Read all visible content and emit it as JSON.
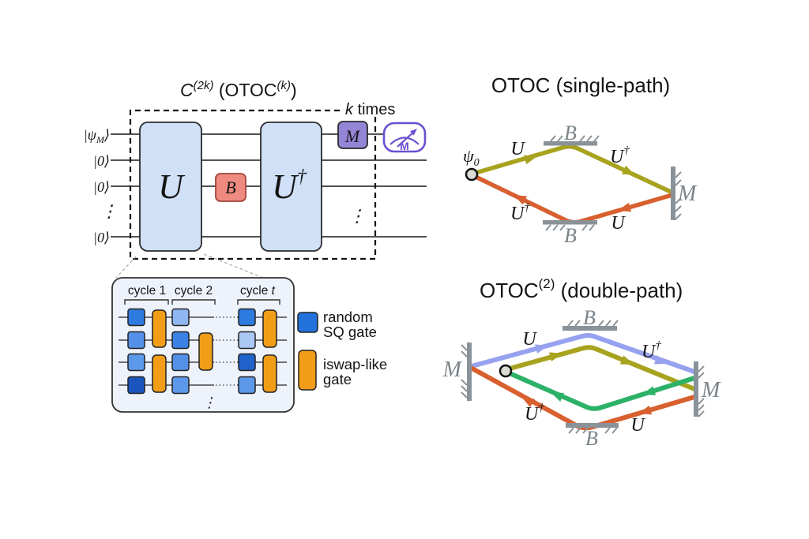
{
  "colors": {
    "block_blue": "#cfe0f7",
    "block_border": "#2b2b2b",
    "gate_b_red": "#ee8a7f",
    "gate_b_border": "#a3453c",
    "gate_m_purple": "#9585d6",
    "meter_purple": "#6a4fd0",
    "iswap_orange": "#f29d18",
    "legend_blue": "#2372dc",
    "inset_bg": "#edf2fb",
    "olive": "#a8a31f",
    "orange_red": "#d8602f",
    "periwinkle": "#96a1ef",
    "green": "#2cb169",
    "wall_gray": "#8a9299"
  },
  "circuit": {
    "title": {
      "c": "C",
      "c_sup": "(2k)",
      "mid": " (OTOC",
      "k_sup": "(k)",
      "end": ")"
    },
    "k_times": {
      "k": "k",
      "rest": " times"
    },
    "qubits": {
      "psi_pre": "|ψ",
      "psi_sub": "M",
      "psi_post": "⟩",
      "zero1": "|0⟩",
      "zero2": "|0⟩",
      "zero3": "|0⟩",
      "dots": "⋮"
    },
    "gates": {
      "u": "U",
      "b": "B",
      "u_dag_base": "U",
      "dagger": "†",
      "m": "M"
    },
    "inner_dots": "⋮",
    "meter_label": "M"
  },
  "inset": {
    "cycle1": "cycle 1",
    "cycle2": "cycle 2",
    "cycle_t_pre": "cycle ",
    "cycle_t_var": "t",
    "dots": "⋮",
    "sq": {
      "c1": [
        "#2e7be0",
        "#5490e8",
        "#5d99ea",
        "#1a55be"
      ],
      "c2": [
        "#8fb6f0",
        "#3b82e4",
        "#5490e8",
        "#5d99ea"
      ],
      "ct": [
        "#2e7be0",
        "#abc8f4",
        "#2063cb",
        "#5d99ea"
      ]
    }
  },
  "legend": {
    "sq_line1": "random",
    "sq_line2": "SQ gate",
    "iswap_line1": "iswap-like",
    "iswap_line2": "gate"
  },
  "single": {
    "title": "OTOC  (single-path)",
    "psi": "ψ",
    "psi_sub": "0",
    "u": "U",
    "u_dag_base": "U",
    "dagger": "†",
    "b_top": "B",
    "b_bottom": "B",
    "m": "M"
  },
  "double": {
    "title_base": "OTOC",
    "title_sup": "(2)",
    "title_rest": " (double-path)",
    "u": "U",
    "u_dag_base": "U",
    "dagger": "†",
    "b_top": "B",
    "b_bottom": "B",
    "m_left": "M",
    "m_right": "M"
  }
}
